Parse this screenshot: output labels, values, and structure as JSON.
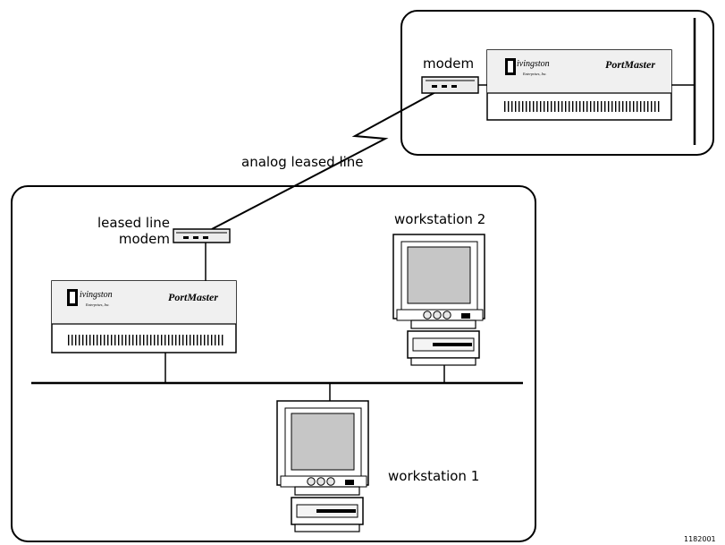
{
  "labels": {
    "remote_modem": "modem",
    "analog_line": "analog leased line",
    "leased_modem_line1": "leased line",
    "leased_modem_line2": "modem",
    "workstation2": "workstation 2",
    "workstation1": "workstation 1",
    "figure_id": "1182001"
  },
  "portmaster": {
    "brand": "Livingston",
    "brand_initial": "L",
    "brand_rest": "ivingston",
    "brand_sub": "Enterprises, Inc.",
    "product": "PortMaster"
  }
}
